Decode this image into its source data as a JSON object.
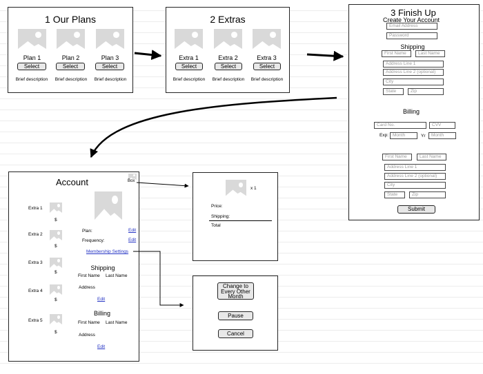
{
  "plans": {
    "title": "1 Our Plans",
    "items": [
      {
        "label": "Plan 1",
        "button": "Select",
        "desc": "Brief description"
      },
      {
        "label": "Plan 2",
        "button": "Select",
        "desc": "Brief description"
      },
      {
        "label": "Plan 3",
        "button": "Select",
        "desc": "Brief description"
      }
    ]
  },
  "extras": {
    "title": "2 Extras",
    "items": [
      {
        "label": "Extra 1",
        "button": "Select",
        "desc": "Brief description"
      },
      {
        "label": "Extra 2",
        "button": "Select",
        "desc": "Brief description"
      },
      {
        "label": "Extra 3",
        "button": "Select",
        "desc": "Brief description"
      }
    ]
  },
  "finish": {
    "title": "3 Finish Up",
    "subtitle": "Create Your Account",
    "email_ph": "Email Address",
    "password_ph": "Password",
    "shipping_head": "Shipping",
    "ship_first_ph": "First Name",
    "ship_last_ph": "Last Name",
    "ship_addr1_ph": "Address Line 1",
    "ship_addr2_ph": "Address Line 2 (optional)",
    "ship_city_ph": "City",
    "ship_state_ph": "State",
    "ship_zip_ph": "Zip",
    "billing_head": "Billing",
    "card_ph": "Card No.",
    "cvv_ph": "CVV",
    "exp_label": "Exp:",
    "month_ph": "Month",
    "yr_label": "Yr",
    "year_ph": "Month",
    "bill_first_ph": "First Name",
    "bill_last_ph": "Last Name",
    "bill_addr1_ph": "Address Line 1",
    "bill_addr2_ph": "Address Line 2 (optional)",
    "bill_city_ph": "City",
    "bill_state_ph": "State",
    "bill_zip_ph": "Zip",
    "submit": "Submit"
  },
  "account": {
    "title": "Account",
    "box_label": "Box",
    "extras": [
      {
        "label": "Extra 1",
        "price": "$"
      },
      {
        "label": "Extra 2",
        "price": "$"
      },
      {
        "label": "Extra 3",
        "price": "$"
      },
      {
        "label": "Extra 4",
        "price": "$"
      },
      {
        "label": "Extra 5",
        "price": "$"
      }
    ],
    "plan_label": "Plan:",
    "frequency_label": "Frequency:",
    "edit": "Edit",
    "membership_link": "Membership Settings",
    "shipping_head": "Shipping",
    "first_name": "First Name",
    "last_name": "Last Name",
    "address": "Address",
    "billing_head": "Billing"
  },
  "box_detail": {
    "qty": "x 1",
    "price": "Price:",
    "shipping": "Shipping:",
    "total": "Total"
  },
  "membership": {
    "change": "Change to Every Other Month",
    "pause": "Pause",
    "cancel": "Cancel"
  }
}
